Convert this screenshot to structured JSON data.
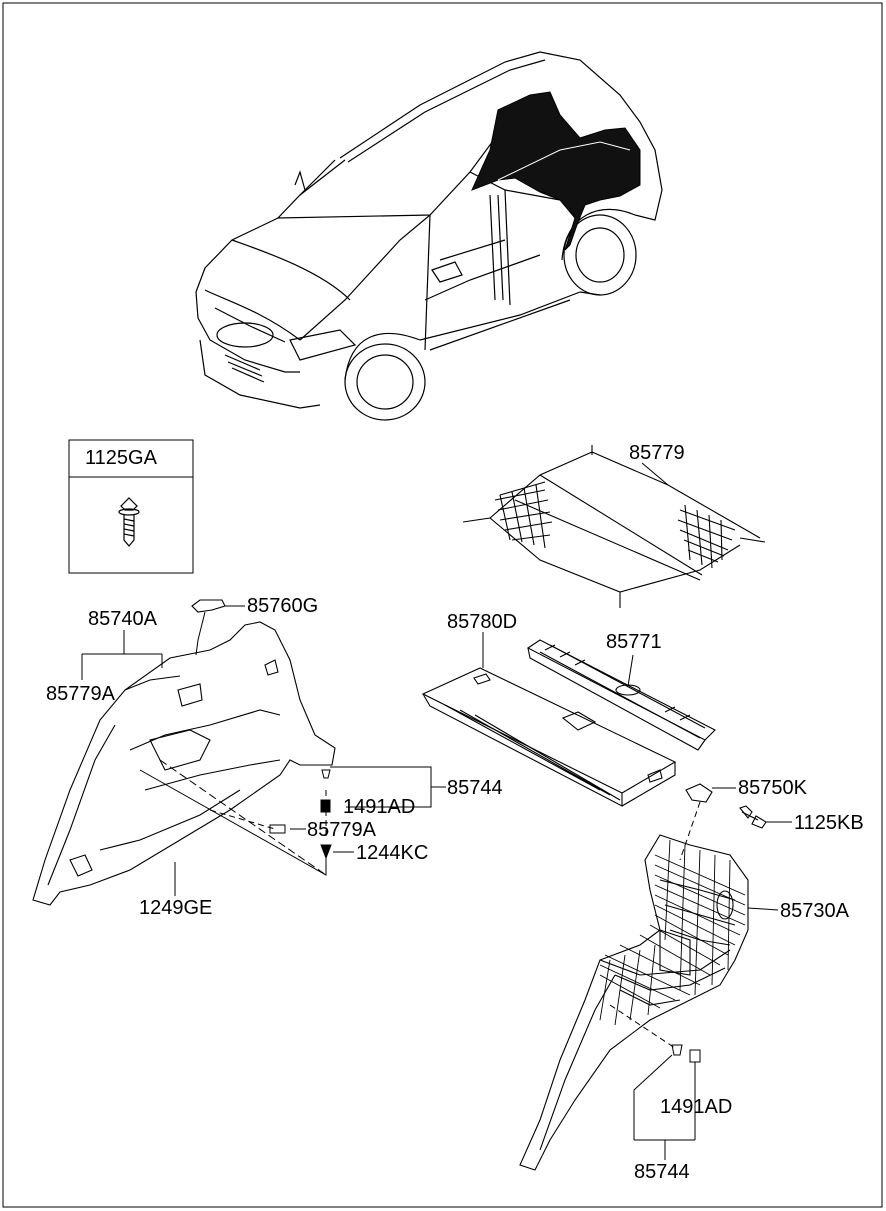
{
  "legend_box": {
    "part_no": "1125GA"
  },
  "parts": {
    "p85779": "85779",
    "p85740A": "85740A",
    "p85760G": "85760G",
    "p85779A_top": "85779A",
    "p85780D": "85780D",
    "p85771": "85771",
    "p85744_left": "85744",
    "p1491AD_left": "1491AD",
    "p85779A_bottom": "85779A",
    "p1244KC": "1244KC",
    "p1249GE": "1249GE",
    "p85750K": "85750K",
    "p1125KB": "1125KB",
    "p85730A": "85730A",
    "p1491AD_right": "1491AD",
    "p85744_right": "85744"
  },
  "colors": {
    "line": "#000000",
    "fill_dark": "#111111",
    "background": "#ffffff"
  }
}
